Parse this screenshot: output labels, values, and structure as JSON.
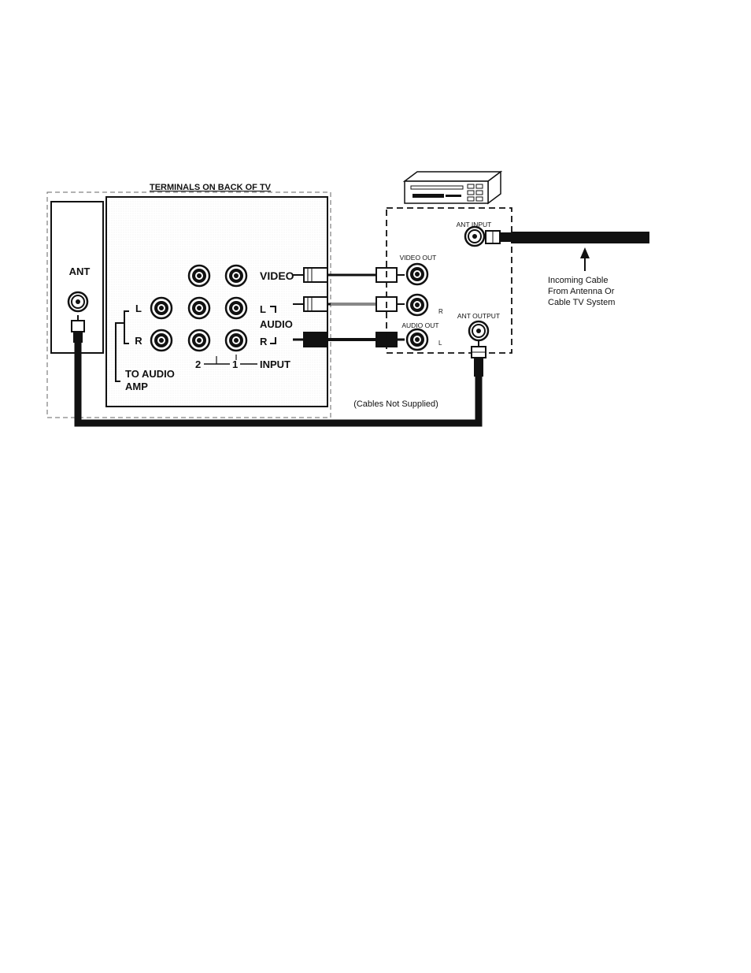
{
  "diagram": {
    "tv_panel_title": "TERMINALS ON BACK OF TV",
    "ant_label": "ANT",
    "left_jack_l": "L",
    "left_jack_r": "R",
    "to_audio_amp_line1": "TO AUDIO",
    "to_audio_amp_line2": "AMP",
    "video_label": "VIDEO",
    "audio_l": "L",
    "audio_label": "AUDIO",
    "audio_r": "R",
    "input_2": "2",
    "input_1": "1",
    "input_label": "INPUT",
    "vcr_ant_input": "ANT INPUT",
    "vcr_video_out": "VIDEO OUT",
    "vcr_r": "R",
    "vcr_audio_out": "AUDIO OUT",
    "vcr_l": "L",
    "vcr_ant_output": "ANT OUTPUT",
    "incoming_line1": "Incoming Cable",
    "incoming_line2": "From Antenna Or",
    "incoming_line3": "Cable TV System",
    "cables_note": "(Cables Not Supplied)"
  },
  "colors": {
    "ink": "#111111",
    "paper": "#ffffff",
    "screen": "#e6e6e6"
  },
  "icons": [
    "vcr-icon",
    "coax-jack-icon",
    "rca-jack-icon",
    "rca-plug-icon",
    "coax-connector-icon",
    "arrow-up-icon"
  ]
}
